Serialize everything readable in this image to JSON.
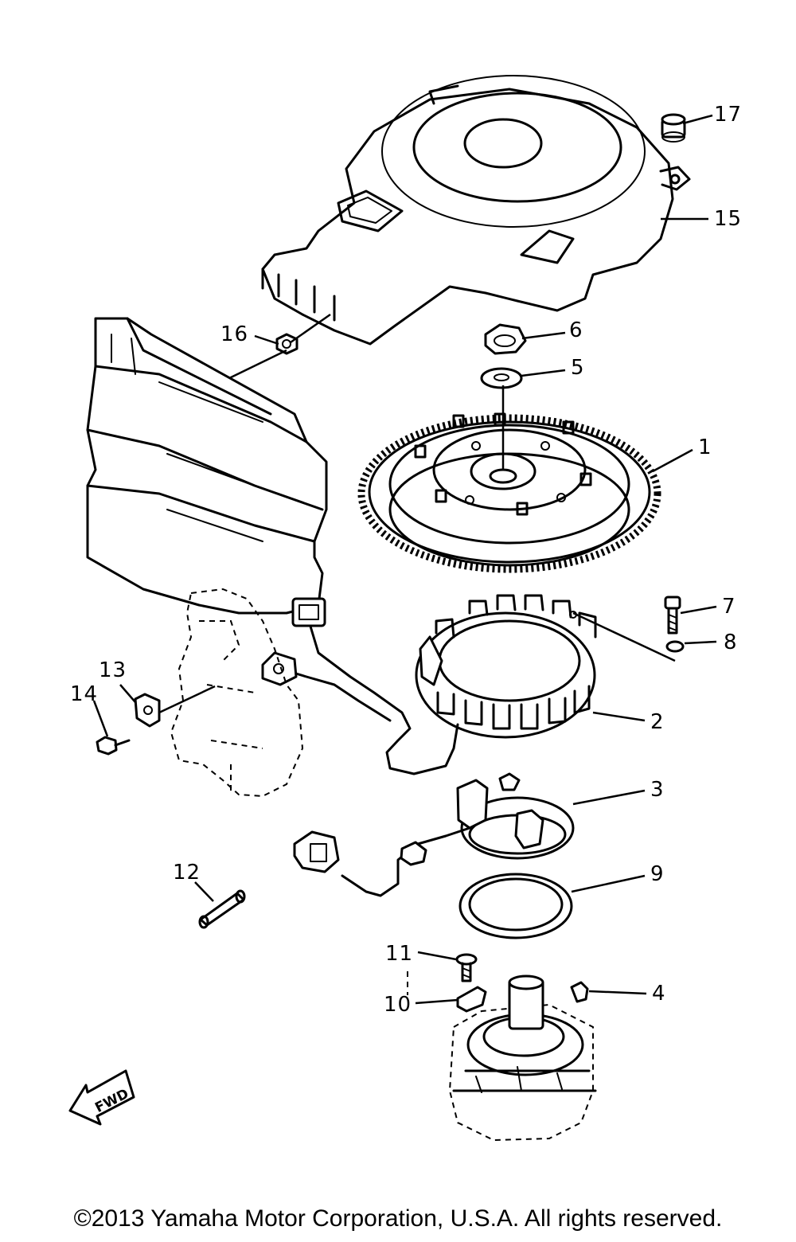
{
  "diagram": {
    "labels": {
      "p1": "1",
      "p2": "2",
      "p3": "3",
      "p4": "4",
      "p5": "5",
      "p6": "6",
      "p7": "7",
      "p8": "8",
      "p9": "9",
      "p10": "10",
      "p11": "11",
      "p12": "12",
      "p13": "13",
      "p14": "14",
      "p15": "15",
      "p16": "16",
      "p17": "17"
    },
    "fwd_arrow_text": "FWD"
  },
  "footer": {
    "copyright": "©2013 Yamaha Motor Corporation, U.S.A. All rights reserved."
  }
}
